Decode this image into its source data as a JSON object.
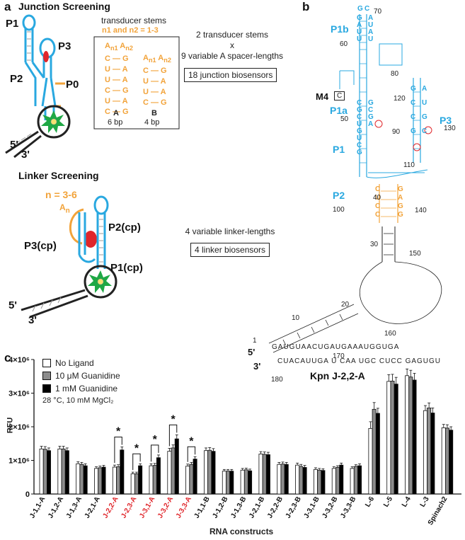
{
  "panel_a": {
    "letter": "a",
    "junction_title": "Junction Screening",
    "linker_title": "Linker Screening",
    "stem_labels": [
      "P1",
      "P2",
      "P3",
      "P0"
    ],
    "ends": [
      "5'",
      "3'"
    ],
    "inset_title": "transducer stems",
    "inset_sub": "n1 and n2 = 1-3",
    "stem_a_label": "A",
    "stem_a_bp": "6 bp",
    "stem_b_label": "B",
    "stem_b_bp": "4 bp",
    "junction_text_line1": "2 transducer stems",
    "junction_text_line2": "x",
    "junction_text_line3": "9 variable A spacer-lengths",
    "junction_box": "18 junction biosensors",
    "linker_n": "n = 3-6",
    "linker_an": "An",
    "linker_stem_labels": [
      "P2(cp)",
      "P3(cp)",
      "P1(cp)"
    ],
    "linker_text": "4 variable linker-lengths",
    "linker_box": "4 linker biosensors"
  },
  "panel_b": {
    "letter": "b",
    "labels": [
      "P1b",
      "P1a",
      "P1",
      "P2",
      "P3",
      "M4"
    ],
    "m4_box": "C",
    "numbers": [
      "70",
      "60",
      "80",
      "120",
      "50",
      "90",
      "130",
      "110",
      "40",
      "100",
      "140",
      "30",
      "150",
      "20",
      "10",
      "160",
      "1",
      "170",
      "180"
    ],
    "name": "Kpn J-2,2-A",
    "ends": [
      "5'",
      "3'"
    ]
  },
  "panel_c": {
    "letter": "c",
    "ylabel": "RFU",
    "xlabel": "RNA constructs",
    "legend": [
      "No Ligand",
      "10 μM Guanidine",
      "1 mM Guanidine"
    ],
    "condition": "28 °C, 10 mM MgCl₂",
    "significance_marker": "*"
  },
  "chart_data": {
    "type": "bar",
    "title": "",
    "xlabel": "RNA constructs",
    "ylabel": "RFU",
    "ylim": [
      0,
      4000000
    ],
    "yticks": [
      "0",
      "1×10⁶",
      "2×10⁶",
      "3×10⁶",
      "4×10⁶"
    ],
    "categories": [
      "J-1,1-A",
      "J-1,2-A",
      "J-1,3-A",
      "J-2,1-A",
      "J-2,2-A",
      "J-2,3-A",
      "J-3,1-A",
      "J-3,2-A",
      "J-3,3-A",
      "J-1,1-B",
      "J-1,2-B",
      "J-1,3-B",
      "J-2,1-B",
      "J-2,2-B",
      "J-2,3-B",
      "J-3,1-B",
      "J-3,2-B",
      "J-3,3-B",
      "L-6",
      "L-5",
      "L-4",
      "L-3",
      "Spinach2"
    ],
    "highlighted_categories": [
      "J-2,2-A",
      "J-2,3-A",
      "J-3,1-A",
      "J-3,2-A",
      "J-3,3-A"
    ],
    "series": [
      {
        "name": "No Ligand",
        "values": [
          1340000,
          1340000,
          900000,
          760000,
          800000,
          600000,
          840000,
          1270000,
          830000,
          1290000,
          680000,
          710000,
          1190000,
          880000,
          860000,
          730000,
          760000,
          760000,
          1950000,
          3350000,
          3520000,
          2480000,
          1970000
        ]
      },
      {
        "name": "10 μM Guanidine",
        "values": [
          1330000,
          1340000,
          880000,
          780000,
          810000,
          600000,
          850000,
          1370000,
          880000,
          1300000,
          680000,
          720000,
          1180000,
          890000,
          820000,
          710000,
          790000,
          820000,
          2520000,
          3360000,
          3480000,
          2560000,
          1960000
        ]
      },
      {
        "name": "1 mM Guanidine",
        "values": [
          1290000,
          1290000,
          840000,
          800000,
          1310000,
          840000,
          1080000,
          1640000,
          1040000,
          1270000,
          680000,
          690000,
          1170000,
          880000,
          790000,
          700000,
          860000,
          840000,
          2400000,
          3270000,
          3390000,
          2410000,
          1900000
        ]
      }
    ],
    "errors": [
      [
        80000,
        80000,
        60000,
        50000,
        60000,
        50000,
        60000,
        90000,
        60000,
        80000,
        50000,
        50000,
        70000,
        60000,
        60000,
        50000,
        50000,
        50000,
        200000,
        200000,
        200000,
        150000,
        100000
      ],
      [
        80000,
        80000,
        60000,
        50000,
        60000,
        50000,
        60000,
        90000,
        60000,
        80000,
        50000,
        50000,
        70000,
        60000,
        60000,
        50000,
        50000,
        50000,
        200000,
        200000,
        200000,
        150000,
        100000
      ],
      [
        80000,
        80000,
        60000,
        50000,
        90000,
        60000,
        80000,
        120000,
        70000,
        80000,
        50000,
        50000,
        70000,
        60000,
        60000,
        50000,
        60000,
        60000,
        150000,
        200000,
        200000,
        150000,
        100000
      ]
    ],
    "significant_categories": [
      "J-2,2-A",
      "J-2,3-A",
      "J-3,1-A",
      "J-3,2-A",
      "J-3,3-A"
    ],
    "colors": {
      "No Ligand": "#ffffff",
      "10 μM Guanidine": "#8c8c8c",
      "1 mM Guanidine": "#000000",
      "highlight": "#e0262b",
      "blue": "#29a8e0",
      "orange": "#f2a33a",
      "fluor": "#1fa845",
      "loop_red": "#e0262b"
    }
  }
}
